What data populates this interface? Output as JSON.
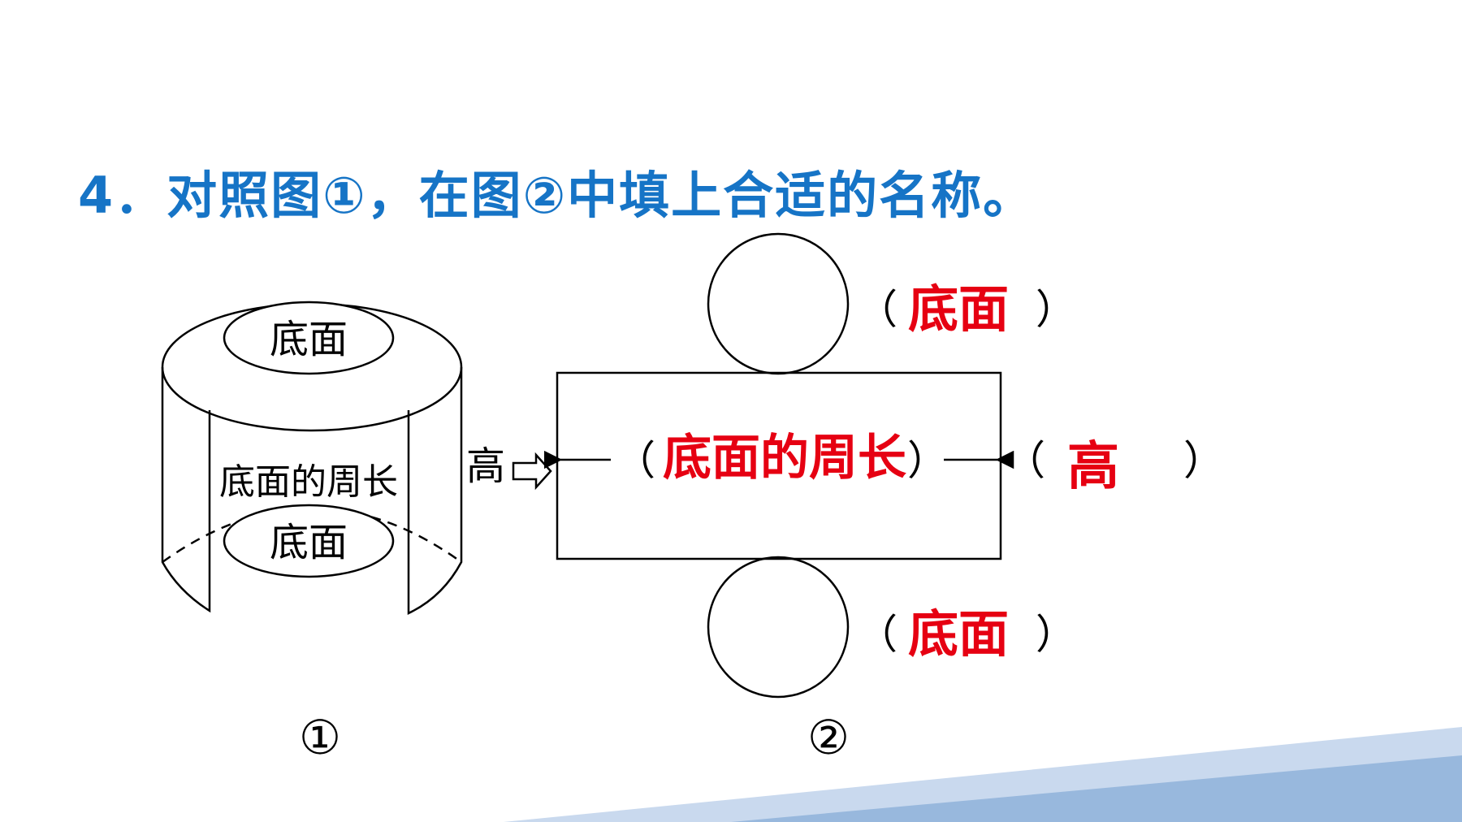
{
  "question": {
    "title": "4．对照图①，在图②中填上合适的名称。"
  },
  "figure1": {
    "top_label": "底面",
    "side_label": "底面的周长",
    "bottom_label": "底面",
    "height_label": "高",
    "number": "①"
  },
  "figure2": {
    "top_answer": "底面",
    "width_answer": "底面的周长",
    "height_answer": "高",
    "bottom_answer": "底面",
    "paren_open": "（",
    "paren_close": "）",
    "number": "②"
  },
  "colors": {
    "title": "#1674c6",
    "answer": "#e60012",
    "line": "#000000",
    "band_light": "#c9d9ee",
    "band_dark": "#98b8dd"
  }
}
